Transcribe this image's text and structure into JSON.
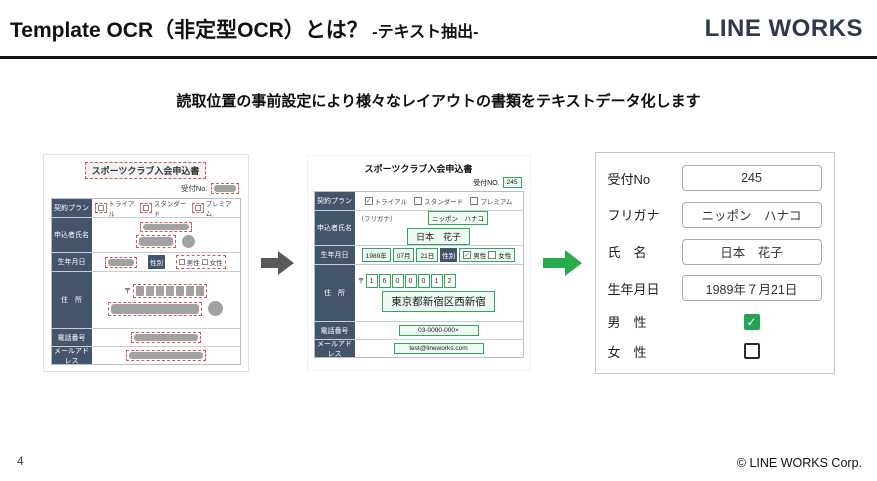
{
  "page": {
    "number": "4",
    "copyright": "© LINE WORKS Corp."
  },
  "header": {
    "title": "Template OCR（非定型OCR）とは？",
    "title_suffix": " -テキスト抽出-",
    "logo": "LINE WORKS"
  },
  "subtitle": "読取位置の事前設定により様々なレイアウトの書類をテキストデータ化します",
  "form_labels": {
    "plan": "契約プラン",
    "applicant": "申込者氏名",
    "birth": "生年月日",
    "gender": "性別",
    "male": "男性",
    "female": "女性",
    "address": "住　所",
    "phone": "電話番号",
    "email": "メールアドレス",
    "postal_mark": "〒",
    "furigana": "（フリガナ）",
    "plan_options": [
      "トライアル",
      "スタンダード",
      "プレミアム"
    ]
  },
  "template_form": {
    "title": "スポーツクラブ入会申込書",
    "receipt_label": "受付No."
  },
  "filled_form": {
    "title": "スポーツクラブ入会申込書",
    "receipt_label": "受付NO.",
    "receipt_value": "245",
    "plan_checked": [
      true,
      false,
      false
    ],
    "furigana_value": "ニッポン　ハナコ",
    "name_value": "日本　花子",
    "birth_year": "1989年",
    "birth_month": "07月",
    "birth_day": "21日",
    "male_checked": true,
    "female_checked": false,
    "postal_digits": [
      "1",
      "6",
      "0",
      "0",
      "0",
      "1",
      "2"
    ],
    "address_value": "東京都新宿区西新宿",
    "phone_value": "03-0000-000×",
    "email_value": "test@lineworks.com"
  },
  "result": {
    "rows": [
      {
        "label": "受付No",
        "value": "245"
      },
      {
        "label": "フリガナ",
        "value": "ニッポン　ハナコ"
      },
      {
        "label": "氏　名",
        "value": "日本　花子"
      },
      {
        "label": "生年月日",
        "value": "1989年７月21日"
      },
      {
        "label": "男　性",
        "checked": true
      },
      {
        "label": "女　性",
        "checked": false
      }
    ]
  },
  "colors": {
    "accent_green": "#29ab4d",
    "label_cell_bg": "#44546a",
    "dashed_red": "#e0524e",
    "arrow_gray": "#5a5a5a"
  }
}
